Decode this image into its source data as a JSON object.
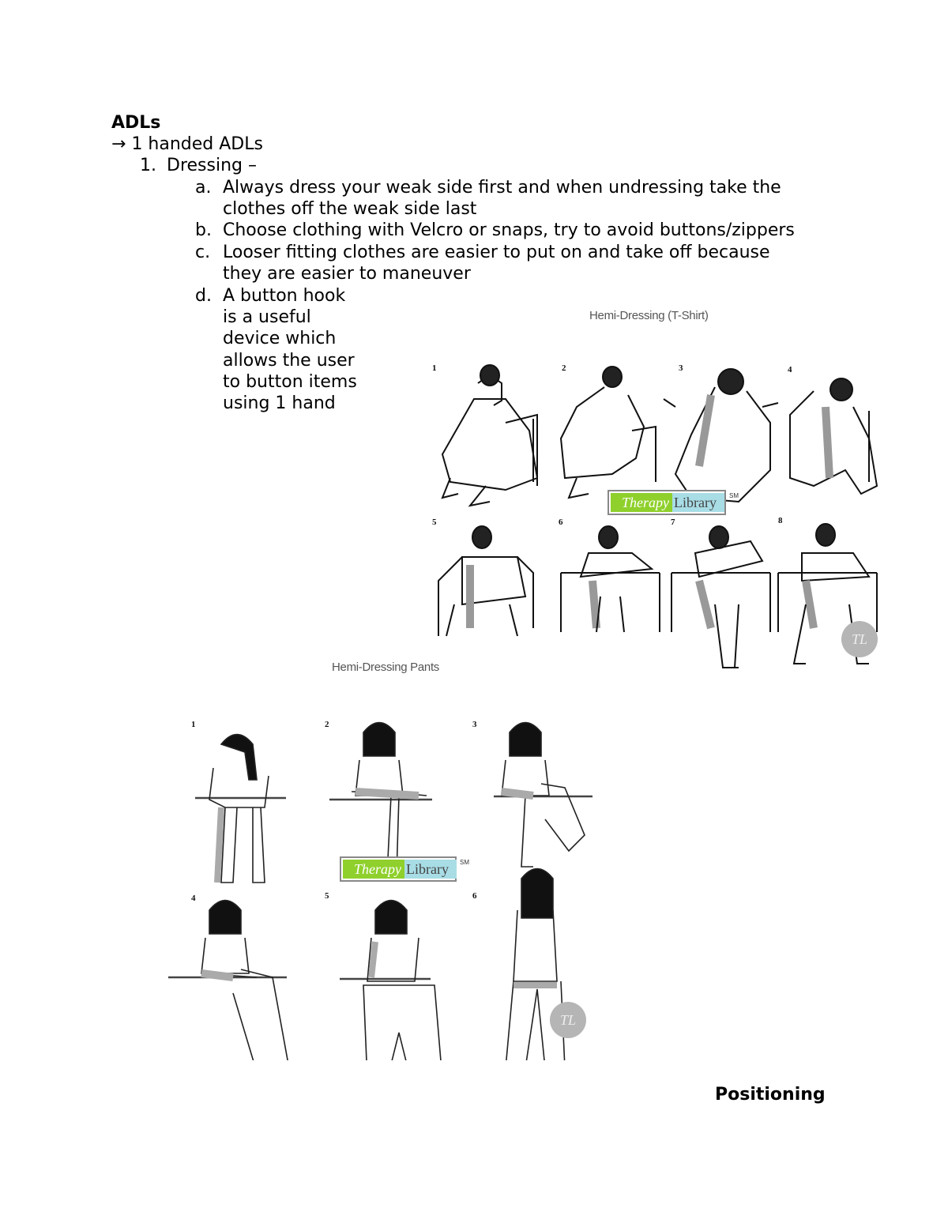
{
  "document": {
    "heading": "ADLs",
    "subheading_arrow": "→",
    "subheading": "1 handed ADLs",
    "section": {
      "number": "1.",
      "label": "Dressing –"
    },
    "items": [
      {
        "marker": "a.",
        "lines": [
          "Always dress your weak side first and when undressing take the",
          "clothes off the weak side last"
        ]
      },
      {
        "marker": "b.",
        "lines": [
          "Choose clothing with Velcro or snaps, try to avoid buttons/zippers"
        ]
      },
      {
        "marker": "c.",
        "lines": [
          "Looser fitting clothes are easier to put on and take off because",
          "they are easier to maneuver"
        ]
      },
      {
        "marker": "d.",
        "lines": [
          "A button hook",
          "is a useful",
          "device which",
          "allows the user",
          "to button items",
          "using 1 hand"
        ]
      }
    ],
    "next_heading": "Positioning"
  },
  "figures": {
    "tshirt": {
      "title": "Hemi-Dressing (T-Shirt)",
      "panels": [
        "1",
        "2",
        "3",
        "4",
        "5",
        "6",
        "7",
        "8"
      ],
      "logo": {
        "left": "Therapy",
        "right": "Library",
        "mark": "SM"
      },
      "badge": "TL"
    },
    "pants": {
      "title": "Hemi-Dressing Pants",
      "panels": [
        "1",
        "2",
        "3",
        "4",
        "5",
        "6"
      ],
      "logo": {
        "left": "Therapy",
        "right": "Library",
        "mark": "SM"
      },
      "badge": "TL"
    }
  }
}
